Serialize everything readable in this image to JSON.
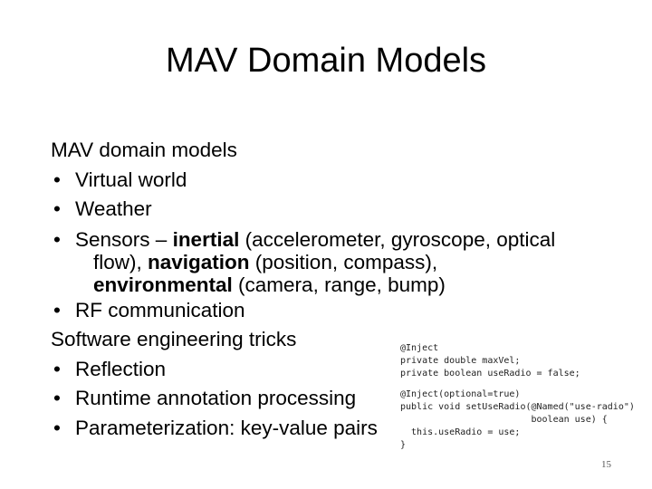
{
  "title": "MAV Domain Models",
  "content": {
    "heading1": "MAV domain models",
    "bullet_glyph": "•",
    "b1": "Virtual world",
    "b2": "Weather",
    "b3": {
      "pre": "Sensors – ",
      "inertial": "inertial",
      "mid1": " (accelerometer, gyroscope, optical",
      "line2_pre": "flow), ",
      "navigation": "navigation",
      "line2_post": " (position, compass),",
      "environmental": "environmental",
      "line3_post": " (camera, range, bump)"
    },
    "b4": "RF communication",
    "heading2": "Software engineering tricks",
    "b5": "Reflection",
    "b6": "Runtime annotation processing",
    "b7": "Parameterization: key-value pairs"
  },
  "code": {
    "line1": "@Inject",
    "line2": "private double maxVel;",
    "line3": "private boolean useRadio = false;",
    "line4": "@Inject(optional=true)",
    "line5": "public void setUseRadio(@Named(\"use-radio\")",
    "line6": "                        boolean use) {",
    "line7": "  this.useRadio = use;",
    "line8": "}"
  },
  "page_number": "15"
}
